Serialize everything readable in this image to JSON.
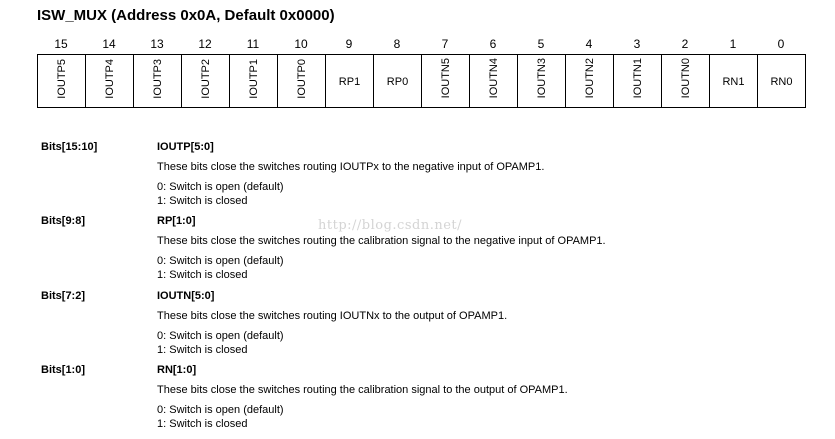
{
  "title": "ISW_MUX (Address 0x0A, Default 0x0000)",
  "bit_numbers": [
    "15",
    "14",
    "13",
    "12",
    "11",
    "10",
    "9",
    "8",
    "7",
    "6",
    "5",
    "4",
    "3",
    "2",
    "1",
    "0"
  ],
  "register_cells": [
    {
      "label": "IOUTP5",
      "vertical": true
    },
    {
      "label": "IOUTP4",
      "vertical": true
    },
    {
      "label": "IOUTP3",
      "vertical": true
    },
    {
      "label": "IOUTP2",
      "vertical": true
    },
    {
      "label": "IOUTP1",
      "vertical": true
    },
    {
      "label": "IOUTP0",
      "vertical": true
    },
    {
      "label": "RP1",
      "vertical": false
    },
    {
      "label": "RP0",
      "vertical": false
    },
    {
      "label": "IOUTN5",
      "vertical": true
    },
    {
      "label": "IOUTN4",
      "vertical": true
    },
    {
      "label": "IOUTN3",
      "vertical": true
    },
    {
      "label": "IOUTN2",
      "vertical": true
    },
    {
      "label": "IOUTN1",
      "vertical": true
    },
    {
      "label": "IOUTN0",
      "vertical": true
    },
    {
      "label": "RN1",
      "vertical": false
    },
    {
      "label": "RN0",
      "vertical": false
    }
  ],
  "fields": [
    {
      "bits": "Bits[15:10]",
      "name": "IOUTP[5:0]",
      "description": "These bits close the switches routing IOUTPx to the negative input of OPAMP1.",
      "option0": "0: Switch is open (default)",
      "option1": "1: Switch is closed"
    },
    {
      "bits": "Bits[9:8]",
      "name": "RP[1:0]",
      "description": "These bits close the switches routing the calibration signal to the negative input of OPAMP1.",
      "option0": "0: Switch is open (default)",
      "option1": "1: Switch is closed"
    },
    {
      "bits": "Bits[7:2]",
      "name": "IOUTN[5:0]",
      "description": "These bits close the switches routing IOUTNx to the output of OPAMP1.",
      "option0": "0: Switch is open (default)",
      "option1": "1: Switch is closed"
    },
    {
      "bits": "Bits[1:0]",
      "name": "RN[1:0]",
      "description": "These bits close the switches routing the calibration signal to the output of OPAMP1.",
      "option0": "0: Switch is open (default)",
      "option1": "1: Switch is closed"
    }
  ],
  "watermark": "http://blog.csdn.net/"
}
